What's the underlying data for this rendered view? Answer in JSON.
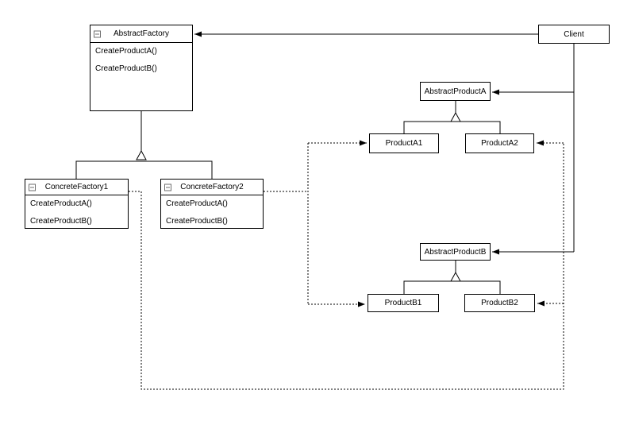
{
  "canvas": {
    "background": "#ffffff",
    "stroke": "#000000",
    "collapse_icon_color": "#6e6e6e"
  },
  "classes": {
    "abstract_factory": {
      "title": "AbstractFactory",
      "methods": [
        "CreateProductA()",
        "CreateProductB()"
      ]
    },
    "concrete_factory_1": {
      "title": "ConcreteFactory1",
      "methods": [
        "CreateProductA()",
        "CreateProductB()"
      ]
    },
    "concrete_factory_2": {
      "title": "ConcreteFactory2",
      "methods": [
        "CreateProductA()",
        "CreateProductB()"
      ]
    },
    "client": {
      "title": "Client"
    },
    "abstract_product_a": {
      "title": "AbstractProductA"
    },
    "product_a1": {
      "title": "ProductA1"
    },
    "product_a2": {
      "title": "ProductA2"
    },
    "abstract_product_b": {
      "title": "AbstractProductB"
    },
    "product_b1": {
      "title": "ProductB1"
    },
    "product_b2": {
      "title": "ProductB2"
    }
  }
}
